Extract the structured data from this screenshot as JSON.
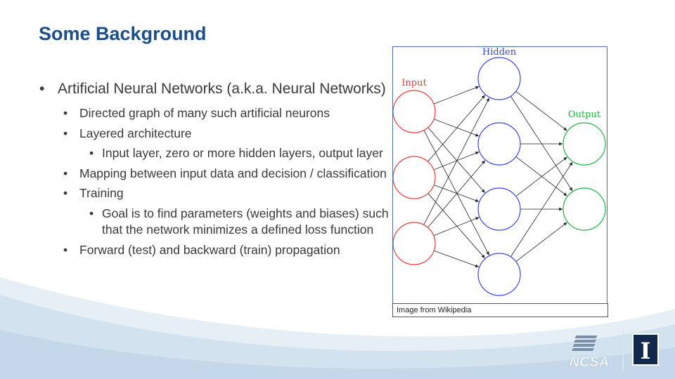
{
  "title": "Some Background",
  "bullets": {
    "l1": "Artificial Neural Networks (a.k.a. Neural Networks)",
    "directed": "Directed graph of many such artificial neurons",
    "layered": "Layered architecture",
    "layers": "Input layer, zero or more hidden layers, output layer",
    "mapping": "Mapping between input data and decision / classification",
    "training": "Training",
    "goal": "Goal is to find parameters (weights and biases) such that the network minimizes a defined loss function",
    "forward": "Forward (test) and backward (train) propagation"
  },
  "bullet_glyph": "•",
  "figure": {
    "hidden_label": "Hidden",
    "input_label": "Input",
    "output_label": "Output",
    "layers": {
      "input": 3,
      "hidden": 4,
      "output": 2
    },
    "colors": {
      "input": "#e23c3c",
      "hidden": "#3a45d8",
      "output": "#25b043",
      "edge": "#222222"
    }
  },
  "caption": "Image from Wikipedia",
  "logos": {
    "ncsa": "NCSA",
    "illinois": "I"
  },
  "colors": {
    "title": "#1b4f8a",
    "text": "#3a3a3a",
    "wave": "#dce8f3"
  }
}
